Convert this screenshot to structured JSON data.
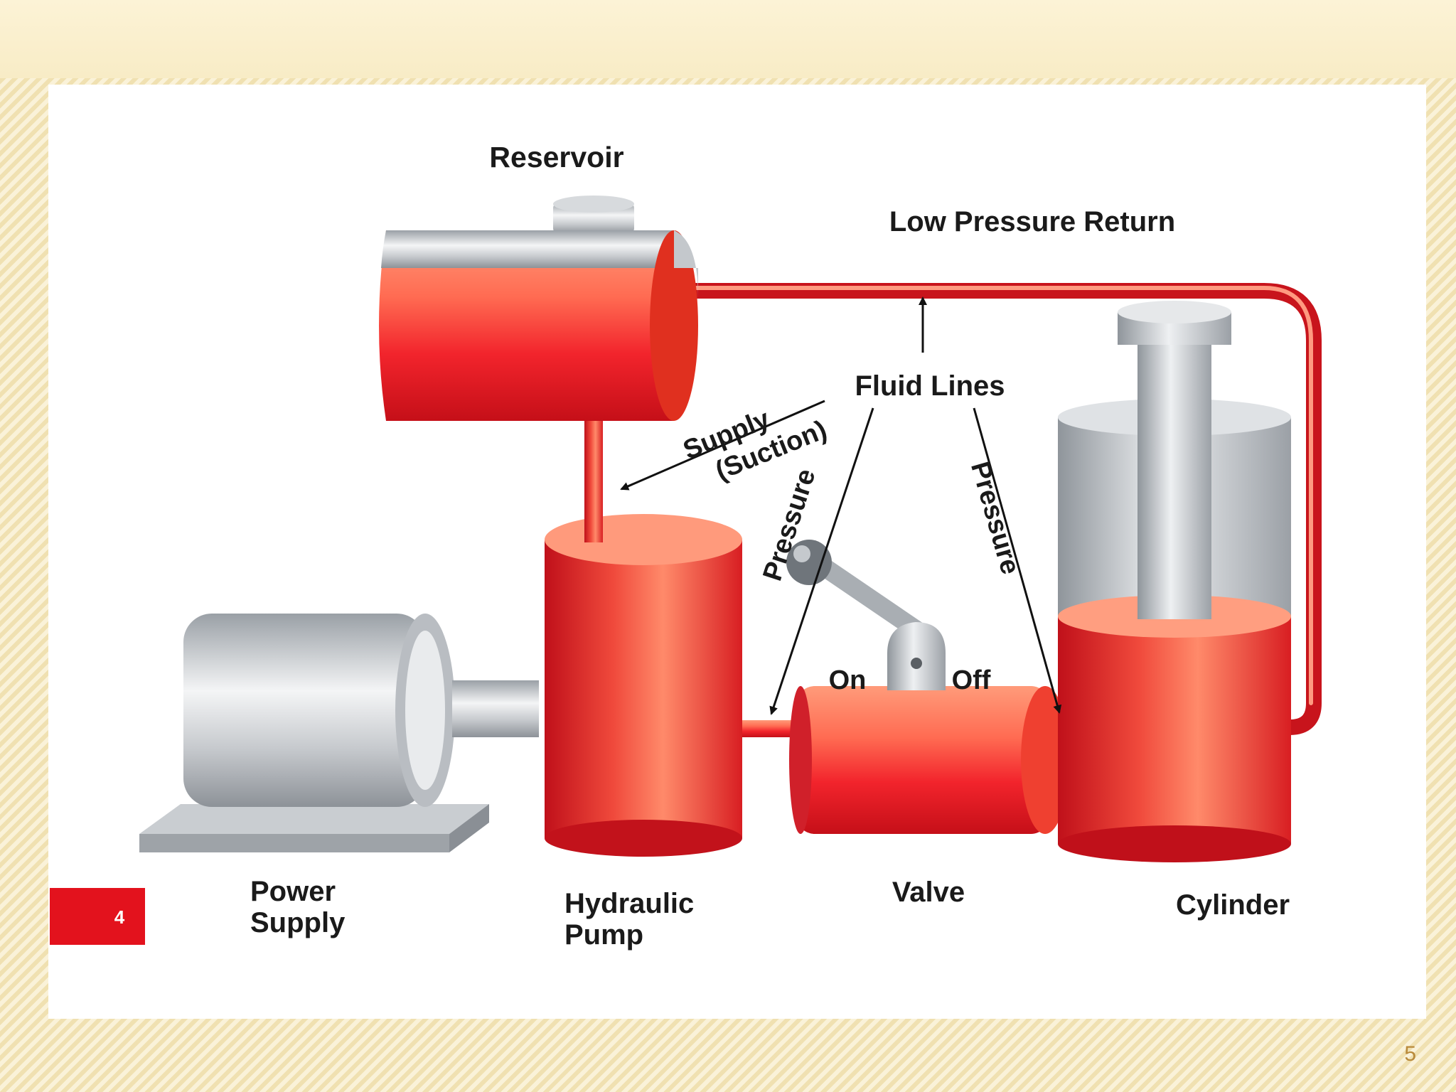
{
  "diagram": {
    "labels": {
      "reservoir": "Reservoir",
      "low_pressure_return": "Low Pressure Return",
      "fluid_lines": "Fluid Lines",
      "supply_line1": "Supply",
      "supply_line2": "(Suction)",
      "pressure_left": "Pressure",
      "pressure_right": "Pressure",
      "valve_on": "On",
      "valve_off": "Off",
      "power_supply_line1": "Power",
      "power_supply_line2": "Supply",
      "hydraulic_pump_line1": "Hydraulic",
      "hydraulic_pump_line2": "Pump",
      "valve": "Valve",
      "cylinder": "Cylinder"
    },
    "figure_badge": "4"
  },
  "slide": {
    "page_number": "5"
  },
  "colors": {
    "fluid_red": "#e8202a",
    "steel_gray": "#b4b8bd",
    "background_gold": "#f7ebc4"
  }
}
